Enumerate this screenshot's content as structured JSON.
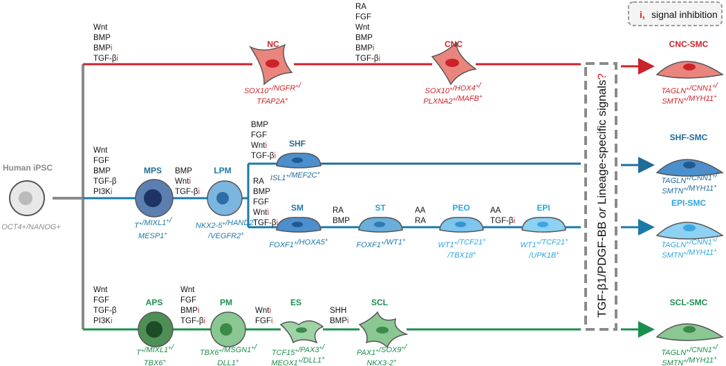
{
  "legend": {
    "symbol": "i,",
    "text": "signal inhibition"
  },
  "center_box": {
    "text_before": "TGF-β1/PDGF-BB ",
    "text_or": "or",
    "text_after": " Lineage-specific signals",
    "question": "?"
  },
  "colors": {
    "nc": "#cc2229",
    "shf": "#1f6c9a",
    "mesoderm": "#1a79a9",
    "epi": "#2aa7dc",
    "para": "#1a8f4c",
    "inhibition": "#e0242b",
    "trunk": "#8a8a8a",
    "text": "#111111"
  },
  "ipsc": {
    "name": "Human iPSC",
    "markers": "OCT4+/NANOG+"
  },
  "signals": {
    "nc_top": [
      {
        "t": "Wnt"
      },
      {
        "t": "BMP"
      },
      {
        "t": "BMP",
        "i": "i"
      },
      {
        "t": "TGF-β",
        "i": "i"
      }
    ],
    "to_cnc": [
      {
        "t": "RA"
      },
      {
        "t": "FGF"
      },
      {
        "t": "Wnt"
      },
      {
        "t": "BMP"
      },
      {
        "t": "BMP",
        "i": "i"
      },
      {
        "t": "TGF-β",
        "i": "i"
      }
    ],
    "to_mps": [
      {
        "t": "Wnt"
      },
      {
        "t": "FGF"
      },
      {
        "t": "BMP"
      },
      {
        "t": "TGF-β"
      },
      {
        "t": "PI3K",
        "i": "i"
      }
    ],
    "to_lpm": [
      {
        "t": "BMP"
      },
      {
        "t": "Wnt",
        "i": "i"
      },
      {
        "t": "TGF-β",
        "i": "i"
      }
    ],
    "to_shf": [
      {
        "t": "BMP"
      },
      {
        "t": "FGF"
      },
      {
        "t": "Wnt",
        "i": "i"
      },
      {
        "t": "TGF-β",
        "i": "i"
      }
    ],
    "to_sm": [
      {
        "t": "RA"
      },
      {
        "t": "BMP"
      },
      {
        "t": "FGF"
      },
      {
        "t": "Wnt",
        "i": "i"
      },
      {
        "t": "TGF-β",
        "i": "i"
      }
    ],
    "to_st": [
      {
        "t": "RA"
      },
      {
        "t": "BMP"
      }
    ],
    "to_peo": [
      {
        "t": "AA"
      },
      {
        "t": "RA"
      }
    ],
    "to_epi": [
      {
        "t": "AA"
      },
      {
        "t": "TGF-β",
        "i": "i"
      }
    ],
    "to_aps": [
      {
        "t": "Wnt"
      },
      {
        "t": "FGF"
      },
      {
        "t": "TGF-β"
      },
      {
        "t": "PI3K",
        "i": "i"
      }
    ],
    "to_pm": [
      {
        "t": "Wnt"
      },
      {
        "t": "FGF"
      },
      {
        "t": "BMP",
        "i": "i"
      },
      {
        "t": "TGF-β",
        "i": "i"
      }
    ],
    "to_es": [
      {
        "t": "Wnt",
        "i": "i"
      },
      {
        "t": "FGF",
        "i": "i"
      }
    ],
    "to_scl": [
      {
        "t": "SHH"
      },
      {
        "t": "BMP",
        "i": "i"
      }
    ]
  },
  "nodes": {
    "nc": {
      "name": "NC",
      "markers": [
        "SOX10+/NGFR+/",
        "TFAP2A+"
      ]
    },
    "cnc": {
      "name": "CNC",
      "markers": [
        "SOX10+/HOX4+/",
        "PLXNA2+/MAFB+"
      ]
    },
    "cnc_smc": {
      "name": "CNC-SMC",
      "markers": [
        "TAGLN+/CNN1+/",
        "SMTN+/MYH11+"
      ]
    },
    "mps": {
      "name": "MPS",
      "markers": [
        "T+/MIXL1+/",
        "MESP1+"
      ]
    },
    "lpm": {
      "name": "LPM",
      "markers": [
        "NKX2-5+/HAND2+",
        "/VEGFR2+"
      ]
    },
    "shf": {
      "name": "SHF",
      "markers": [
        "ISL1+/MEF2C+"
      ]
    },
    "shf_smc": {
      "name": "SHF-SMC",
      "markers": [
        "TAGLN+/CNN1+/",
        "SMTN+/MYH11+"
      ]
    },
    "sm": {
      "name": "SM",
      "markers": [
        "FOXF1+/HOXA5+"
      ]
    },
    "st": {
      "name": "ST",
      "markers": [
        "FOXF1+/WT1+"
      ]
    },
    "peo": {
      "name": "PEO",
      "markers": [
        "WT1+/TCF21+",
        "/TBX18+"
      ]
    },
    "epi": {
      "name": "EPI",
      "markers": [
        "WT1+/TCF21+",
        "/UPK1B+"
      ]
    },
    "epi_smc": {
      "name": "EPI-SMC",
      "markers": [
        "TAGLN+/CNN1+/",
        "SMTN+/MYH11+"
      ]
    },
    "aps": {
      "name": "APS",
      "markers": [
        "T+/MIXL1+/",
        "TBX6+"
      ]
    },
    "pm": {
      "name": "PM",
      "markers": [
        "TBX6+/MSGN1+/",
        "DLL1+"
      ]
    },
    "es": {
      "name": "ES",
      "markers": [
        "TCF15+/PAX3+/",
        "MEOX1+/DLL1+"
      ]
    },
    "scl": {
      "name": "SCL",
      "markers": [
        "PAX1+/SOX9+/",
        "NKX3-2+"
      ]
    },
    "scl_smc": {
      "name": "SCL-SMC",
      "markers": [
        "TAGLN+/CNN1+/",
        "SMTN+/MYH11+"
      ]
    }
  }
}
